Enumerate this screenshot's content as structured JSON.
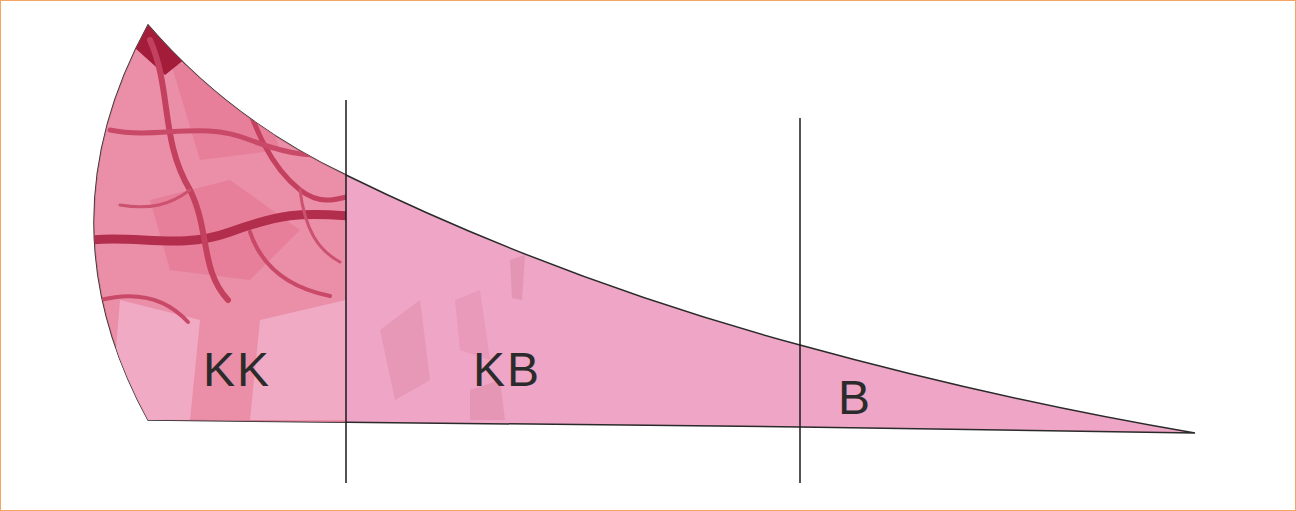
{
  "diagram": {
    "labels": [
      "KK",
      "KB",
      "B"
    ]
  }
}
